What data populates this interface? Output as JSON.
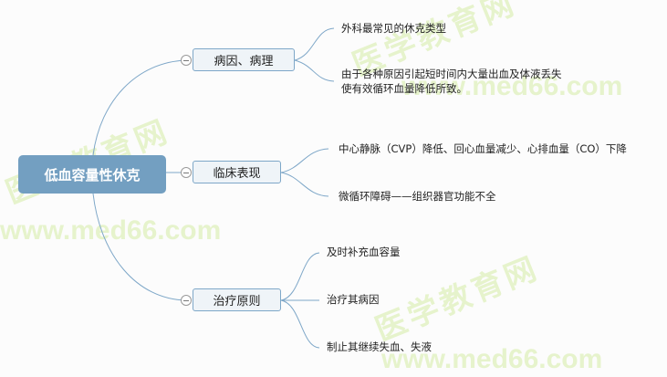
{
  "root": {
    "label": "低血容量性休克"
  },
  "branches": [
    {
      "label": "病因、病理",
      "children": [
        "外科最常见的休克类型",
        "由于各种原因引起短时间内大量出血及体液丢失",
        "使有效循环血量降低所致。"
      ]
    },
    {
      "label": "临床表现",
      "children": [
        "中心静脉（CVP）降低、回心血量减少、心排血量（CO）下降",
        "微循环障碍——组织器官功能不全"
      ]
    },
    {
      "label": "治疗原则",
      "children": [
        "及时补充血容量",
        "治疗其病因",
        "制止其继续失血、失液"
      ]
    }
  ],
  "watermark": {
    "cn": "医学教育网",
    "url": "www.med66.com"
  },
  "colors": {
    "root": "#739fc1",
    "line": "#7ea7c8",
    "watermark": "#e6f3cc"
  }
}
